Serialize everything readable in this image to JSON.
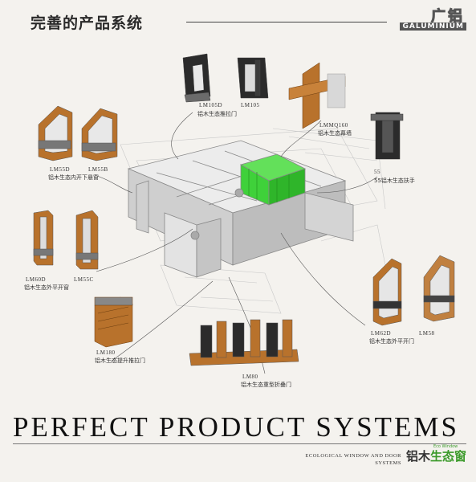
{
  "header": {
    "title_cn": "完善的产品系统",
    "logo_cn": "广铝",
    "logo_en": "GALUMINIUM"
  },
  "products": {
    "lm105d": {
      "code": "LM105D",
      "desc": "铝木生态推拉门"
    },
    "lm105": {
      "code": "LM105"
    },
    "lmmq160": {
      "code": "LMMQ160",
      "desc": "铝木生态幕墙"
    },
    "lm55d": {
      "code": "LM55D",
      "desc": "铝木生态内开下悬窗"
    },
    "lm55b": {
      "code": "LM55B"
    },
    "s55": {
      "code": "55",
      "desc": "55铝木生态扶手"
    },
    "lm60d": {
      "code": "LM60D",
      "desc": "铝木生态外平开窗"
    },
    "lm55c": {
      "code": "LM55C"
    },
    "lm62d": {
      "code": "LM62D",
      "desc": "铝木生态外平开门"
    },
    "lm58": {
      "code": "LM58"
    },
    "lm180": {
      "code": "LM180",
      "desc": "铝木生态提升推拉门"
    },
    "lm80": {
      "code": "LM80",
      "desc": "铝木生态重型折叠门"
    }
  },
  "footer": {
    "title": "PERFECT PRODUCT SYSTEMS",
    "eco_line1": "ECOLOGICAL WINDOW AND DOOR",
    "eco_line2": "SYSTEMS",
    "brand_a": "铝木",
    "brand_b": "生态窗",
    "brand_sub": "Eco Window"
  },
  "colors": {
    "wood": "#b8722c",
    "wood_dark": "#8a4f1a",
    "frame": "#2b2b2b",
    "accent_green": "#3fd13a",
    "model_gray": "#d9d9d9"
  }
}
